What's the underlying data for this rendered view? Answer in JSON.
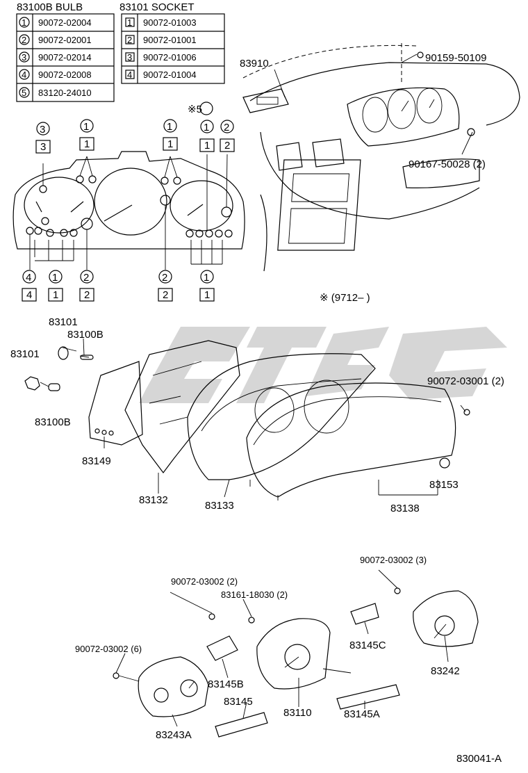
{
  "bulb_table": {
    "header": "83100B BULB",
    "rows": [
      {
        "num": "1",
        "part": "90072-02004"
      },
      {
        "num": "2",
        "part": "90072-02001"
      },
      {
        "num": "3",
        "part": "90072-02014"
      },
      {
        "num": "4",
        "part": "90072-02008"
      },
      {
        "num": "5",
        "part": "83120-24010"
      }
    ]
  },
  "socket_table": {
    "header": "83101 SOCKET",
    "rows": [
      {
        "num": "1",
        "part": "90072-01003"
      },
      {
        "num": "2",
        "part": "90072-01001"
      },
      {
        "num": "3",
        "part": "90072-01006"
      },
      {
        "num": "4",
        "part": "90072-01004"
      }
    ]
  },
  "callouts": {
    "c1": "1",
    "c2": "2",
    "c3": "3",
    "c4": "4",
    "c5": "※5",
    "s1": "1",
    "s2": "2",
    "s3": "3",
    "s4": "4"
  },
  "labels": {
    "p83910": "83910",
    "p90159": "90159-50109",
    "p90167": "90167-50028 (2)",
    "note": "※ (9712–        )",
    "p83101a": "83101",
    "p83100Ba": "83100B",
    "p83101b": "83101",
    "p83100Bb": "83100B",
    "p83149": "83149",
    "p83132": "83132",
    "p83133": "83133",
    "p83138": "83138",
    "p83153": "83153",
    "p90072_03001": "90072-03001 (2)",
    "p90072_03002_3": "90072-03002 (3)",
    "p90072_03002_2": "90072-03002 (2)",
    "p83161": "83161-18030 (2)",
    "p90072_03002_6": "90072-03002 (6)",
    "p83145C": "83145C",
    "p83242": "83242",
    "p83145B": "83145B",
    "p83145": "83145",
    "p83110": "83110",
    "p83145A": "83145A",
    "p83243A": "83243A",
    "diagram_id": "830041-A"
  }
}
